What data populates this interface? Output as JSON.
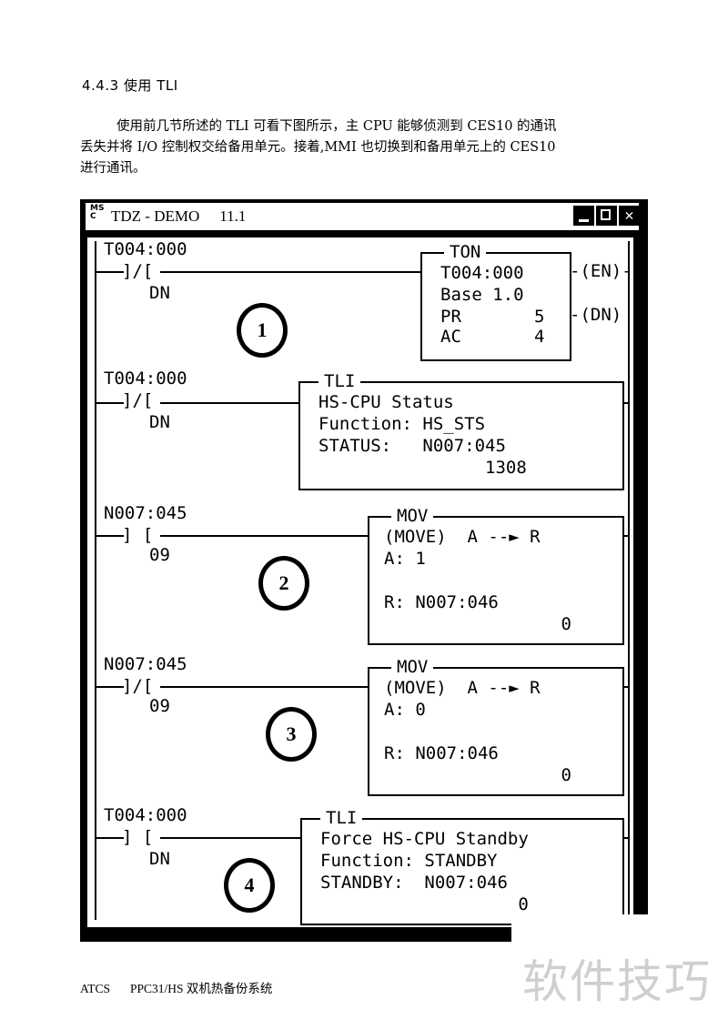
{
  "section": {
    "heading": "4.4.3  使用 TLI",
    "paragraph_lines": [
      "使用前几节所述的 TLI 可看下图所示，主 CPU 能够侦测到 CES10 的通讯",
      "丢失并将 I/O 控制权交给备用单元。接着,MMI 也切换到和备用单元上的 CES10",
      "进行通讯。"
    ]
  },
  "window": {
    "icon_text": "MS C",
    "title": "TDZ - DEMO",
    "version": "11.1",
    "buttons": {
      "minimize": "minimize",
      "maximize": "maximize",
      "close": "✕"
    }
  },
  "rungs": [
    {
      "callout": "1",
      "contact": {
        "address": "T004:000",
        "symbol": "]/[",
        "bit": "DN"
      },
      "instruction": {
        "type": "TON",
        "lines": [
          "T004:000",
          "Base 1.0",
          "PR       5",
          "AC       4"
        ],
        "outputs": [
          "-(EN)-",
          "-(DN)"
        ]
      }
    },
    {
      "callout": "",
      "contact": {
        "address": "T004:000",
        "symbol": "]/[",
        "bit": "DN"
      },
      "instruction": {
        "type": "TLI",
        "lines": [
          "HS-CPU Status",
          "Function: HS_STS",
          "STATUS:   N007:045",
          "                1308"
        ]
      }
    },
    {
      "callout": "2",
      "contact": {
        "address": "N007:045",
        "symbol": "] [",
        "bit": "09"
      },
      "instruction": {
        "type": "MOV",
        "lines": [
          "(MOVE)  A --► R",
          "A: 1",
          "",
          "R: N007:046",
          "                 0"
        ]
      }
    },
    {
      "callout": "3",
      "contact": {
        "address": "N007:045",
        "symbol": "]/[",
        "bit": "09"
      },
      "instruction": {
        "type": "MOV",
        "lines": [
          "(MOVE)  A --► R",
          "A: 0",
          "",
          "R: N007:046",
          "                 0"
        ]
      }
    },
    {
      "callout": "4",
      "contact": {
        "address": "T004:000",
        "symbol": "] [",
        "bit": "DN"
      },
      "instruction": {
        "type": "TLI",
        "lines": [
          "Force HS-CPU Standby",
          "Function: STANDBY",
          "STANDBY:  N007:046",
          "                   0"
        ]
      }
    }
  ],
  "footer": {
    "brand": "ATCS",
    "system": "PPC31/HS 双机热备份系统"
  },
  "watermark": "软件技巧"
}
